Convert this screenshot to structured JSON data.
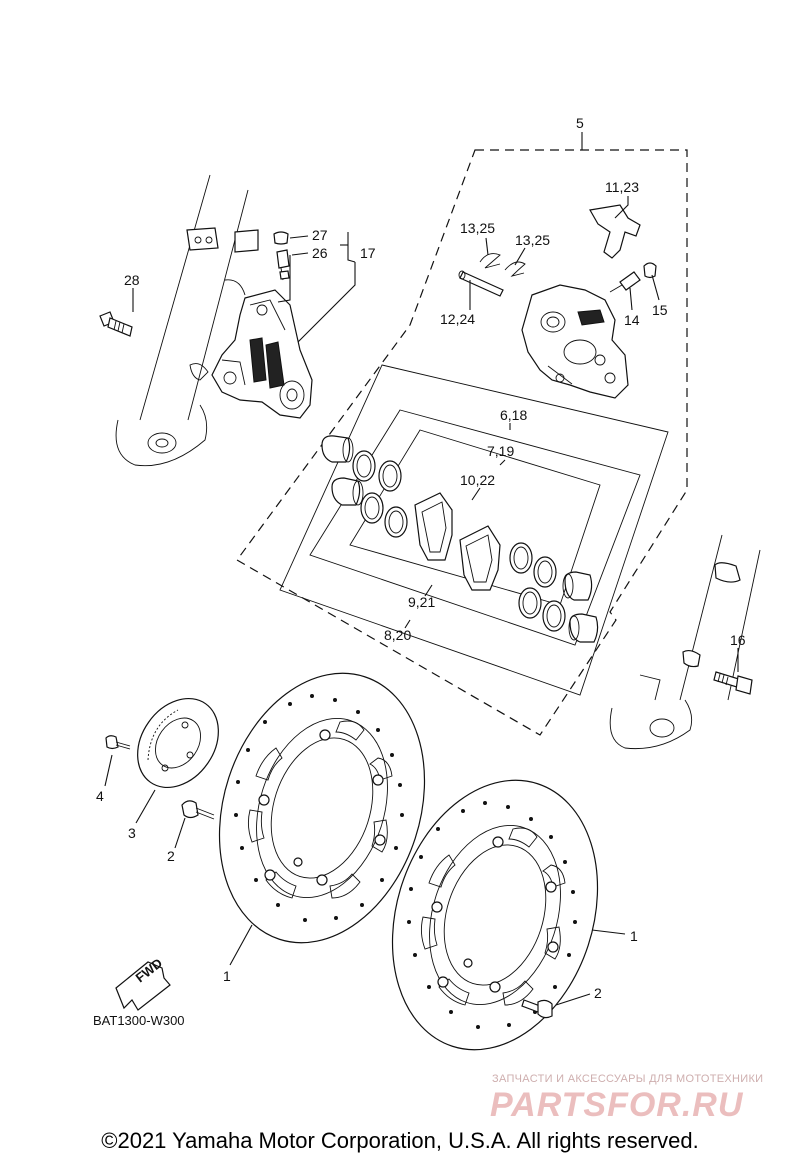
{
  "diagram": {
    "callouts": {
      "c5": "5",
      "c11_23": "11,23",
      "c13_25a": "13,25",
      "c13_25b": "13,25",
      "c12_24": "12,24",
      "c14": "14",
      "c15": "15",
      "c27": "27",
      "c26": "26",
      "c17": "17",
      "c28": "28",
      "c6_18": "6,18",
      "c7_19": "7,19",
      "c10_22": "10,22",
      "c9_21": "9,21",
      "c8_20": "8,20",
      "c16": "16",
      "c4": "4",
      "c3": "3",
      "c2a": "2",
      "c1a": "1",
      "c1b": "1",
      "c2b": "2"
    },
    "fwd_arrow": "FWD",
    "diagram_code": "BAT1300-W300"
  },
  "watermark": {
    "tagline": "ЗАПЧАСТИ И АКСЕССУАРЫ ДЛЯ МОТОТЕХНИКИ",
    "brand": "PARTSFOR.RU"
  },
  "footer": {
    "copyright": "©2021 Yamaha Motor Corporation, U.S.A. All rights reserved."
  }
}
